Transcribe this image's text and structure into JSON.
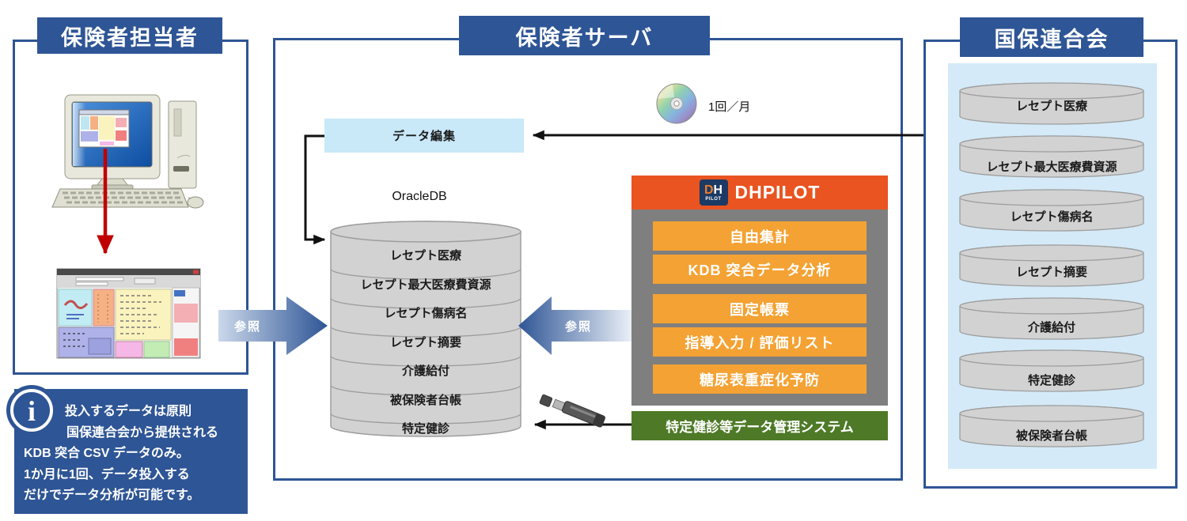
{
  "panels": {
    "left": {
      "title": "保険者担当者"
    },
    "center": {
      "title": "保険者サーバ",
      "data_edit_label": "データ編集",
      "db_label": "OracleDB",
      "db_rows": [
        "レセプト医療",
        "レセプト最大医療費資源",
        "レセプト傷病名",
        "レセプト摘要",
        "介護給付",
        "被保険者台帳",
        "特定健診"
      ],
      "cd_label": "1回／月",
      "dhpilot": {
        "logo_top": "DH",
        "logo_bottom": "PILOT",
        "title": "DHPILOT",
        "buttons": [
          "自由集計",
          "KDB 突合データ分析",
          "固定帳票",
          "指導入力 / 評価リスト",
          "糖尿表重症化予防"
        ]
      },
      "green_box_label": "特定健診等データ管理システム"
    },
    "right": {
      "title": "国保連合会",
      "cylinders": [
        "レセプト医療",
        "レセプト最大医療費資源",
        "レセプト傷病名",
        "レセプト摘要",
        "介護給付",
        "特定健診",
        "被保険者台帳"
      ]
    }
  },
  "arrows": {
    "ref_left": "参照",
    "ref_right": "参照"
  },
  "info_box": {
    "icon_glyph": "i",
    "lines": [
      "投入するデータは原則",
      "国保連合会から提供される",
      "KDB 突合 CSV データのみ。",
      "1か月に1回、データ投入する",
      "だけでデータ分析が可能です。"
    ]
  },
  "colors": {
    "accent_blue": "#2E5595",
    "light_blue_box": "#C9E8F8",
    "panel_light_blue": "#D4EAF8",
    "cylinder_gray": "#D2D2D2",
    "dhpilot_orange": "#E95420",
    "button_orange": "#F4A233",
    "body_gray": "#7F7F7F",
    "green": "#4E7A27",
    "red_arrow": "#C00000"
  }
}
